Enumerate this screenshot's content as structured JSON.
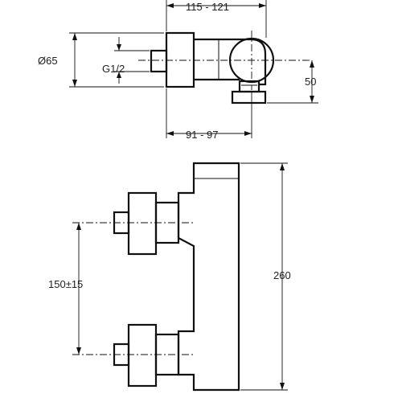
{
  "drawing": {
    "top_view": {
      "overall_depth": "115 - 121",
      "body_depth": "91 - 97",
      "body_diameter": "Ø65",
      "thread": "G1/2",
      "axis_offset": "50"
    },
    "front_view": {
      "inlet_spacing": "150±15",
      "overall_height": "260"
    }
  }
}
